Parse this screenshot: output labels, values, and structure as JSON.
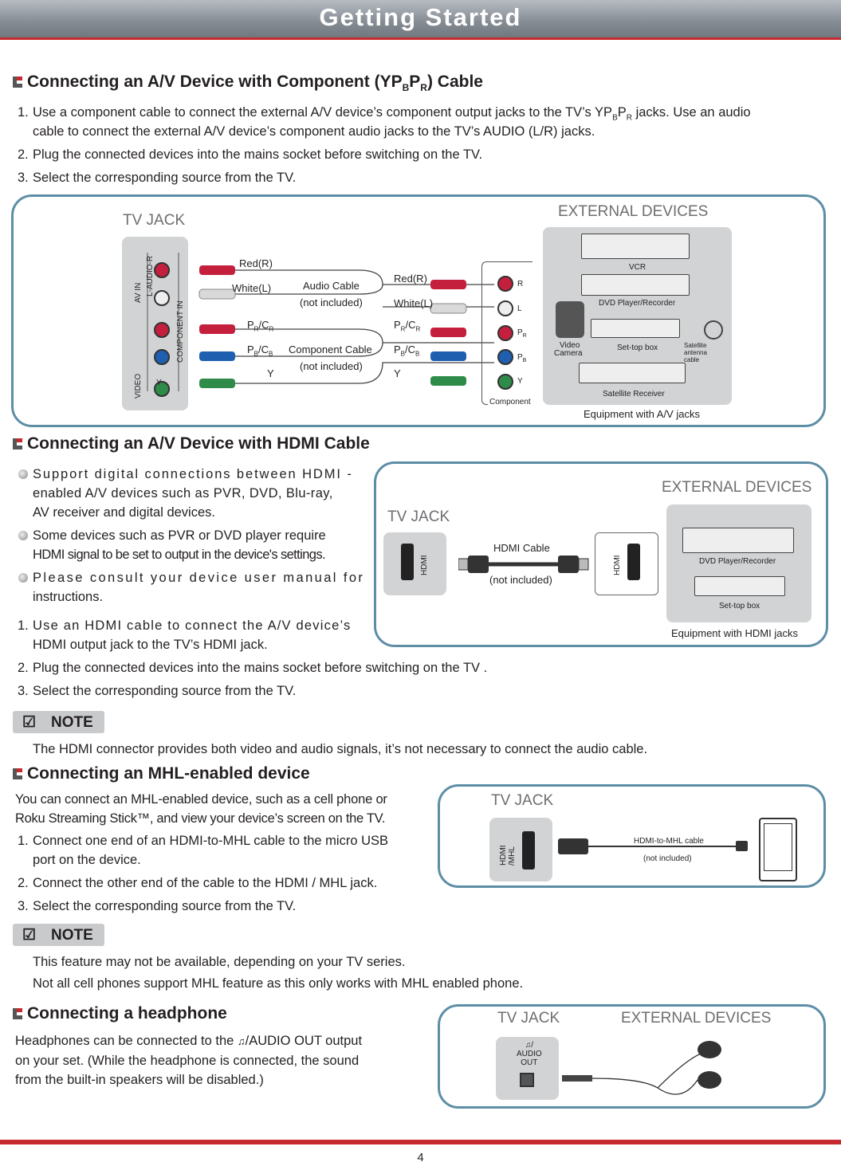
{
  "header": {
    "title": "Getting Started"
  },
  "s1": {
    "title": "Connecting an A/V Device with Component (YP",
    "title_sub1": "B",
    "title_mid": "P",
    "title_sub2": "R",
    "title_end": ") Cable",
    "step1_num": "1.",
    "step1_l1a": "Use a component cable to connect the external A/V device’s component output jacks to the TV’s YP",
    "step1_s1": "B",
    "step1_p": "P",
    "step1_s2": "R",
    "step1_l1b": " jacks. Use an audio",
    "step1_l2": "cable to connect the external A/V device’s component audio jacks to the TV’s AUDIO (L/R) jacks.",
    "step2_num": "2.",
    "step2": "Plug the connected devices into the mains socket before switching on the TV.",
    "step3_num": "3.",
    "step3": "Select the corresponding source from the TV."
  },
  "d1": {
    "tv_jack": "TV JACK",
    "external": "EXTERNAL DEVICES",
    "audio_in_label": "L-AUDIO-R",
    "component_in": "COMPONENT IN",
    "av_in": "AV IN",
    "video": "VIDEO",
    "y": "Y",
    "pb": "P",
    "pb_sub": "B",
    "pr": "P",
    "pr_sub": "R",
    "red": "Red(R)",
    "white": "White(L)",
    "audio_cable": "Audio Cable",
    "not_included": "(not included)",
    "pr_cr": "P",
    "pr_cr_sub": "R",
    "cr": "/C",
    "cr_sub": "R",
    "pb_cb": "P",
    "pb_cb_sub": "B",
    "cb": "/C",
    "cb_sub": "B",
    "component_cable": "Component Cable",
    "jack_r": "R",
    "jack_l": "L",
    "jack_pr": "P",
    "jack_pr_sub": "R",
    "jack_pb": "P",
    "jack_pb_sub": "B",
    "jack_y": "Y",
    "component": "Component",
    "vcr": "VCR",
    "dvd": "DVD Player/Recorder",
    "video_camera_1": "Video",
    "video_camera_2": "Camera",
    "stb": "Set-top box",
    "satellite_antenna_1": "Satellite",
    "satellite_antenna_2": "antenna",
    "satellite_antenna_3": "cable",
    "sat_receiver": "Satellite Receiver",
    "equipment": "Equipment with A/V jacks"
  },
  "s2": {
    "title": "Connecting an A/V Device with HDMI Cable",
    "b1_l1": "Support digital connections between HDMI -",
    "b1_l2": "enabled A/V devices such as PVR, DVD, Blu-ray,",
    "b1_l3": "AV receiver and digital devices.",
    "b2_l1": "Some devices such as PVR or DVD player require",
    "b2_l2": "HDMI signal to be set to output in the device's settings.",
    "b3_l1": "Please consult your device user manual for",
    "b3_l2": "instructions.",
    "step1_num": "1.",
    "step1_l1": "Use an HDMI cable to connect the A/V device’s",
    "step1_l2": "HDMI output jack to the TV’s HDMI jack.",
    "step2_num": "2.",
    "step2": "Plug the connected devices into the mains socket before switching on the TV .",
    "step3_num": "3.",
    "step3": "Select the corresponding source from the TV.",
    "note_label": "NOTE",
    "note": "The HDMI connector provides both video and audio signals, it’s not necessary to connect the audio cable."
  },
  "d2": {
    "external": "EXTERNAL DEVICES",
    "tv_jack": "TV JACK",
    "hdmi": "HDMI",
    "cable": "HDMI Cable",
    "not_included": "(not included)",
    "dvd": "DVD Player/Recorder",
    "stb": "Set-top box",
    "equipment": "Equipment with HDMI jacks"
  },
  "s3": {
    "title": "Connecting an MHL-enabled device",
    "intro_l1": "You can connect an MHL-enabled device, such as a cell phone or",
    "intro_l2": "Roku Streaming Stick™, and view your device’s screen on the TV.",
    "step1_num": "1.",
    "step1_l1": "Connect one end of an HDMI-to-MHL cable to the micro USB",
    "step1_l2": "port on the device.",
    "step2_num": "2.",
    "step2": "Connect the other end of the cable to the HDMI / MHL jack.",
    "step3_num": "3.",
    "step3": "Select the corresponding source from the TV.",
    "note_label": "NOTE",
    "note1": "This feature may not be available, depending on your TV series.",
    "note2": "Not all cell phones support MHL feature as this only works with MHL enabled phone."
  },
  "d3": {
    "tv_jack": "TV JACK",
    "port": "HDMI /MHL",
    "cable": "HDMI-to-MHL cable",
    "not_included": "(not included)"
  },
  "s4": {
    "title": "Connecting a headphone",
    "l1a": "Headphones can be connected to the ",
    "l1b": "/AUDIO OUT output",
    "l2": "on your set. (While the headphone is connected, the sound",
    "l3": "from the built-in speakers will be disabled.)"
  },
  "d4": {
    "tv_jack": "TV JACK",
    "external": "EXTERNAL DEVICES",
    "port_1": "/",
    "port_2": "AUDIO",
    "port_3": "OUT"
  },
  "footer": {
    "page": "4"
  },
  "colors": {
    "accent": "#c62a2f",
    "panel_border": "#5d8ea6",
    "red_plug": "#c4203d",
    "white_plug": "#d9d9d9",
    "blue_plug": "#1f5fb0",
    "green_plug": "#2e8b48"
  }
}
